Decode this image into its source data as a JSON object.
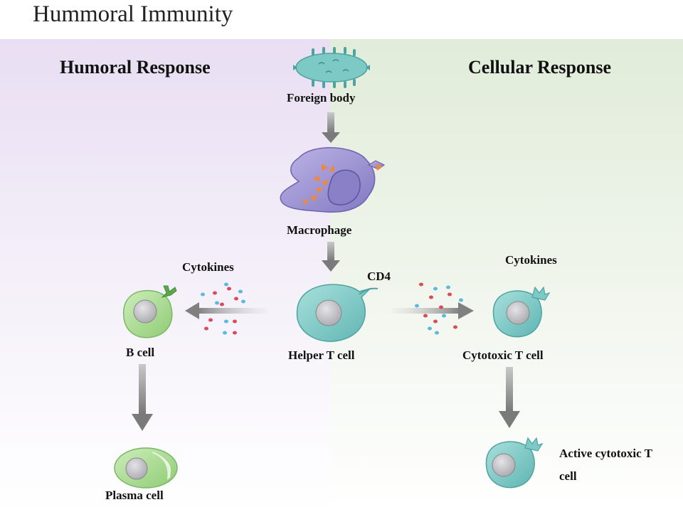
{
  "title": "Hummoral Immunity",
  "headers": {
    "left": "Humoral Response",
    "right": "Cellular Response"
  },
  "labels": {
    "foreign_body": "Foreign body",
    "macrophage": "Macrophage",
    "cytokines_left": "Cytokines",
    "cytokines_right": "Cytokines",
    "cd4": "CD4",
    "b_cell": "B cell",
    "helper_t_cell": "Helper T cell",
    "cytotoxic_t_cell": "Cytotoxic T cell",
    "plasma_cell": "Plasma cell",
    "active_cytotoxic_line1": "Active cytotoxic T",
    "active_cytotoxic_line2": "cell"
  },
  "colors": {
    "left_panel": "#e9def3",
    "right_panel": "#e1ecd9",
    "teal_cell": "#7cc9c6",
    "green_cell": "#a8d98f",
    "purple_cell": "#9c92d0",
    "nucleus": "#b9b9bd",
    "antigen": "#e8894a",
    "arrow": "#8a8a8a",
    "dot_red": "#d94a5a",
    "dot_blue": "#5ab9e0"
  }
}
